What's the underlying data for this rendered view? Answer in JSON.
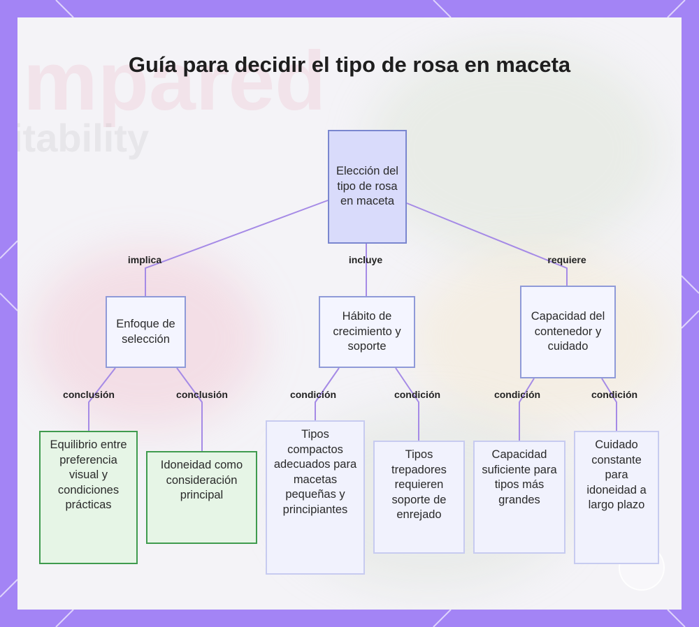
{
  "title": "Guía para decidir el tipo de rosa en maceta",
  "background_text": {
    "line1": "mpared",
    "line2": "itability"
  },
  "colors": {
    "frame": "#a384f5",
    "edge": "#a58ae6",
    "root_fill": "#d9dbfb",
    "green_border": "#3f9b4e"
  },
  "nodes": {
    "root": "Elección del tipo de rosa en maceta",
    "enfoque": "Enfoque de selección",
    "habito": "Hábito de crecimiento y soporte",
    "capacidad": "Capacidad del contenedor y cuidado",
    "equilibrio": "Equilibrio entre preferencia visual y condiciones prácticas",
    "idoneidad": "Idoneidad como consideración principal",
    "compactos": "Tipos compactos adecuados para macetas pequeñas y principiantes",
    "trepadores": "Tipos trepadores requieren soporte de enrejado",
    "suficiente": "Capacidad suficiente para tipos más grandes",
    "cuidado": "Cuidado constante para idoneidad a largo plazo"
  },
  "edges": {
    "root_enfoque": "implica",
    "root_habito": "incluye",
    "root_capacidad": "requiere",
    "enfoque_equilibrio": "conclusión",
    "enfoque_idoneidad": "conclusión",
    "habito_compactos": "condición",
    "habito_trepadores": "condición",
    "capacidad_suficiente": "condición",
    "capacidad_cuidado": "condición"
  },
  "icons": [
    "seal-emblem-icon"
  ]
}
